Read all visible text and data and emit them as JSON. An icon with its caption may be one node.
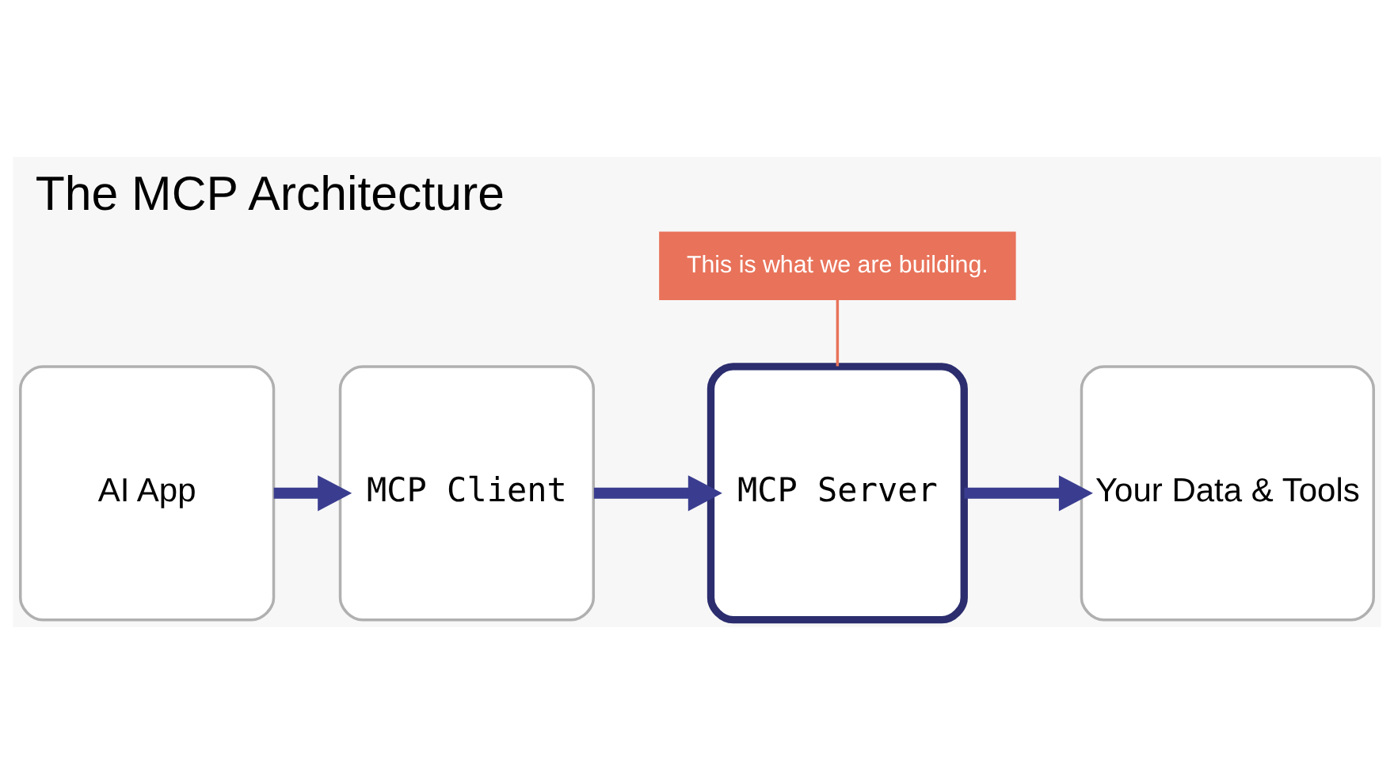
{
  "diagram": {
    "title": "The MCP Architecture",
    "nodes": [
      {
        "text": [
          "AI App"
        ]
      },
      {
        "text": [
          "MCP Client"
        ]
      },
      {
        "text": [
          "MCP Server"
        ]
      },
      {
        "text": [
          "Your Data & Tools"
        ]
      },
      {
        "text": [
          "This is what we are building."
        ]
      }
    ],
    "edges": [
      {
        "from": 0,
        "to": 1,
        "arrow": "to"
      },
      {
        "from": 1,
        "to": 2,
        "arrow": "to"
      },
      {
        "from": 2,
        "to": 3,
        "arrow": "to"
      },
      {
        "from": 4,
        "to": 2,
        "arrow": "none",
        "color": "#e8735a"
      }
    ]
  }
}
